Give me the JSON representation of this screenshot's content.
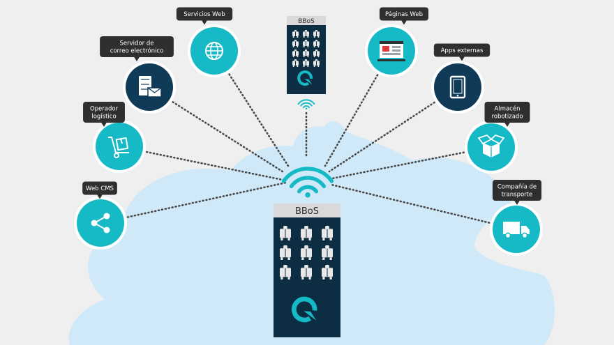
{
  "colors": {
    "background": "#efefef",
    "cloud": "#cfe9f8",
    "teal": "#16b9c6",
    "navy": "#0f3b58",
    "bubble": "#2f2f2f",
    "tower": "#0d2d42",
    "tower_header": "#d9d9d9",
    "cabinet": "#e8e8e8"
  },
  "towers": {
    "small": {
      "label": "BBoS",
      "logo": "q-logo-icon"
    },
    "large": {
      "label": "BBoS",
      "logo": "q-logo-icon"
    }
  },
  "hub": {
    "icon": "wifi-icon"
  },
  "nodes": [
    {
      "id": "web-cms",
      "label_lines": [
        "Web CMS"
      ],
      "icon": "share-icon",
      "style": "teal"
    },
    {
      "id": "operador-logistico",
      "label_lines": [
        "Operador",
        "logístico"
      ],
      "icon": "hand-truck-icon",
      "style": "teal"
    },
    {
      "id": "servidor-correo",
      "label_lines": [
        "Servidor de",
        "correo electrónico"
      ],
      "icon": "mail-server-icon",
      "style": "navy"
    },
    {
      "id": "servicios-web",
      "label_lines": [
        "Servicios Web"
      ],
      "icon": "globe-icon",
      "style": "teal"
    },
    {
      "id": "paginas-web",
      "label_lines": [
        "Páginas Web"
      ],
      "icon": "web-page-icon",
      "style": "teal"
    },
    {
      "id": "apps-externas",
      "label_lines": [
        "Apps externas"
      ],
      "icon": "tablet-icon",
      "style": "navy"
    },
    {
      "id": "almacen-robotizado",
      "label_lines": [
        "Almacén",
        "robotizado"
      ],
      "icon": "box-icon",
      "style": "teal"
    },
    {
      "id": "compania-transporte",
      "label_lines": [
        "Compañía de",
        "transporte"
      ],
      "icon": "truck-icon",
      "style": "teal"
    }
  ]
}
